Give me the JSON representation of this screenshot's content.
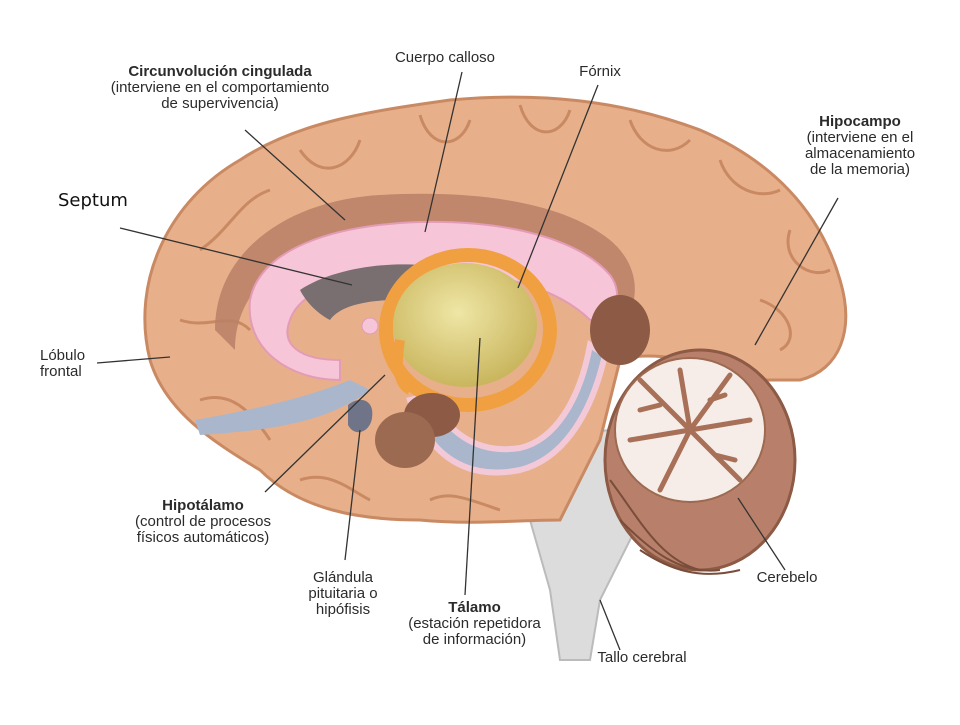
{
  "labels": {
    "circunvolucion": {
      "title": "Circunvolución cingulada",
      "l1": "(interviene en el comportamiento",
      "l2": "de supervivencia)"
    },
    "cuerpo_calloso": {
      "title": "Cuerpo calloso"
    },
    "fornix": {
      "title": "Fórnix"
    },
    "hipocampo": {
      "title": "Hipocampo",
      "l1": "(interviene en el",
      "l2": "almacenamiento",
      "l3": "de la memoria)"
    },
    "septum": {
      "title": "Septum"
    },
    "lobulo": {
      "l1": "Lóbulo",
      "l2": "frontal"
    },
    "hipotalamo": {
      "title": "Hipotálamo",
      "l1": "(control de procesos",
      "l2": "físicos automáticos)"
    },
    "glandula": {
      "l1": "Glándula",
      "l2": "pituitaria o",
      "l3": "hipófisis"
    },
    "talamo": {
      "title": "Tálamo",
      "l1": "(estación repetidora",
      "l2": "de información)"
    },
    "cerebelo": {
      "title": "Cerebelo"
    },
    "tallo": {
      "title": "Tallo cerebral"
    }
  },
  "colors": {
    "cortex": "#e8b08a",
    "cortex_dark": "#b8806a",
    "pink": "#f3c9d8",
    "blue": "#a9b6cc",
    "thalamus": "#d6c878",
    "fornix": "#f0a040",
    "stem": "#d9d9d9"
  }
}
